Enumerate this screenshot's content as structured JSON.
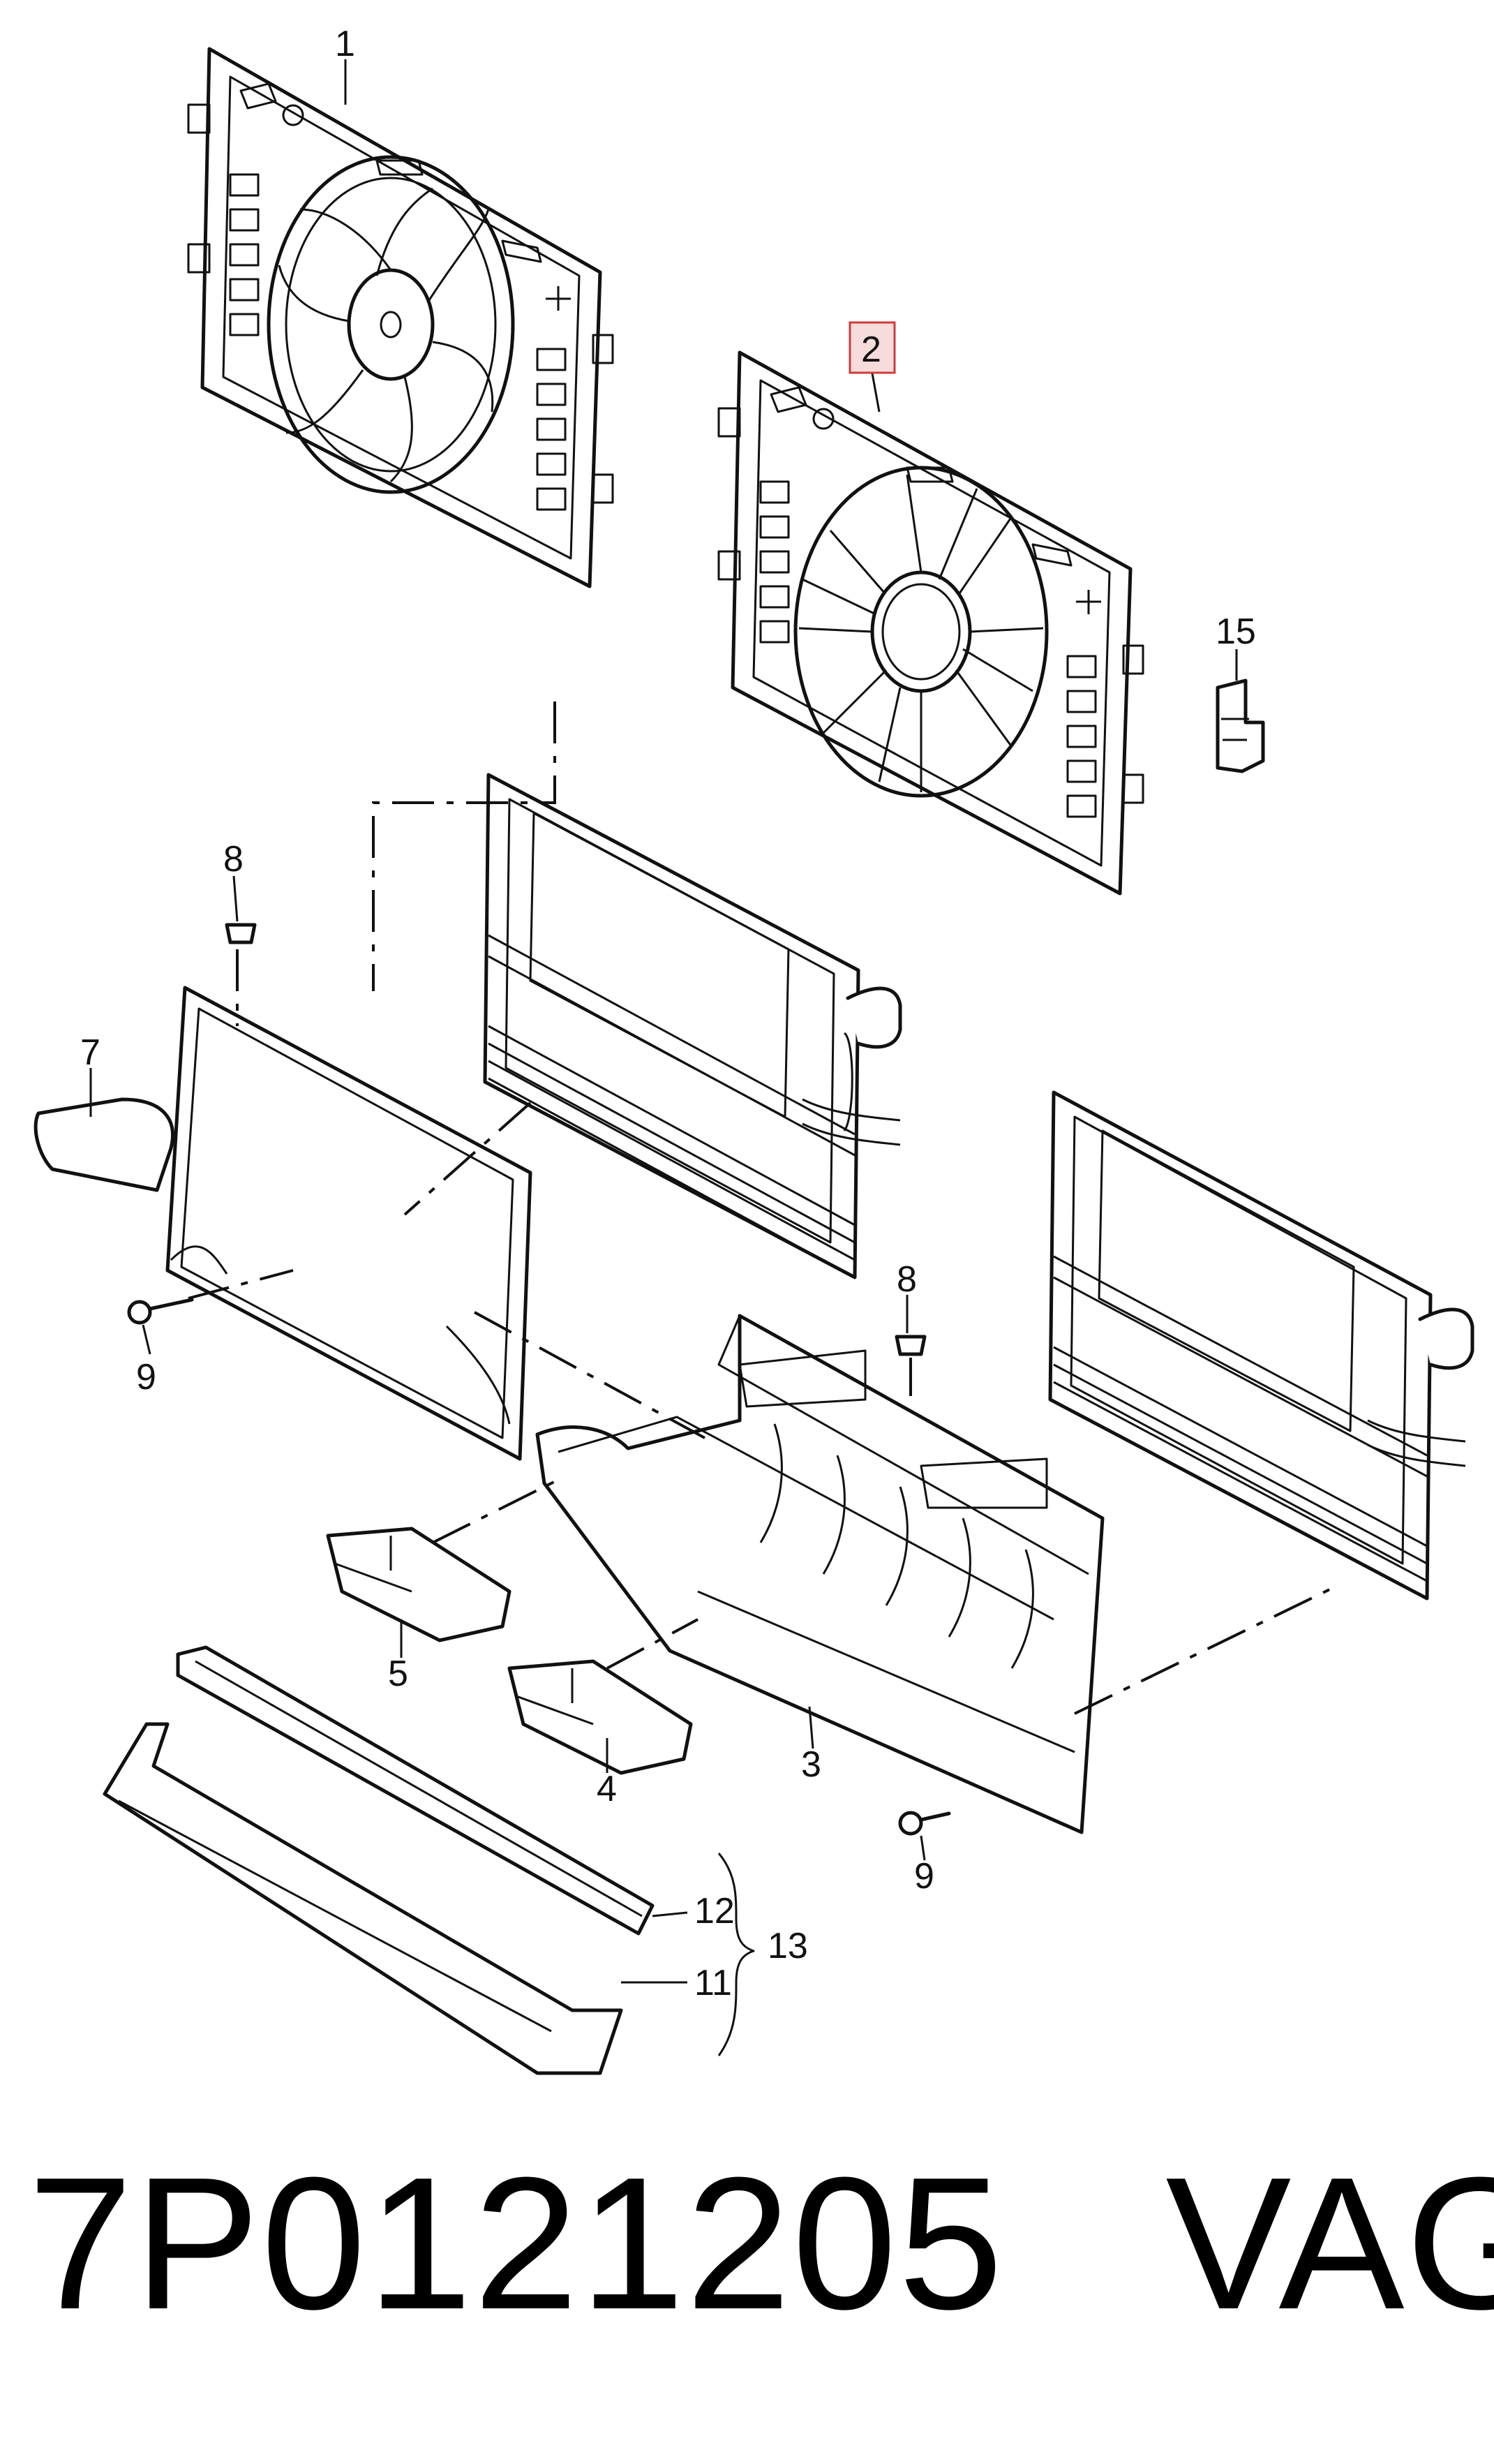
{
  "callouts": {
    "c1": "1",
    "c2": "2",
    "c3": "3",
    "c4": "4",
    "c5": "5",
    "c7": "7",
    "c8a": "8",
    "c8b": "8",
    "c9a": "9",
    "c9b": "9",
    "c11": "11",
    "c12": "12",
    "c13": "13",
    "c15": "15"
  },
  "highlighted_callout": "2",
  "highlight_color": "#d23b3b",
  "caption": {
    "part_number": "7P0121205",
    "brand": "VAG"
  }
}
